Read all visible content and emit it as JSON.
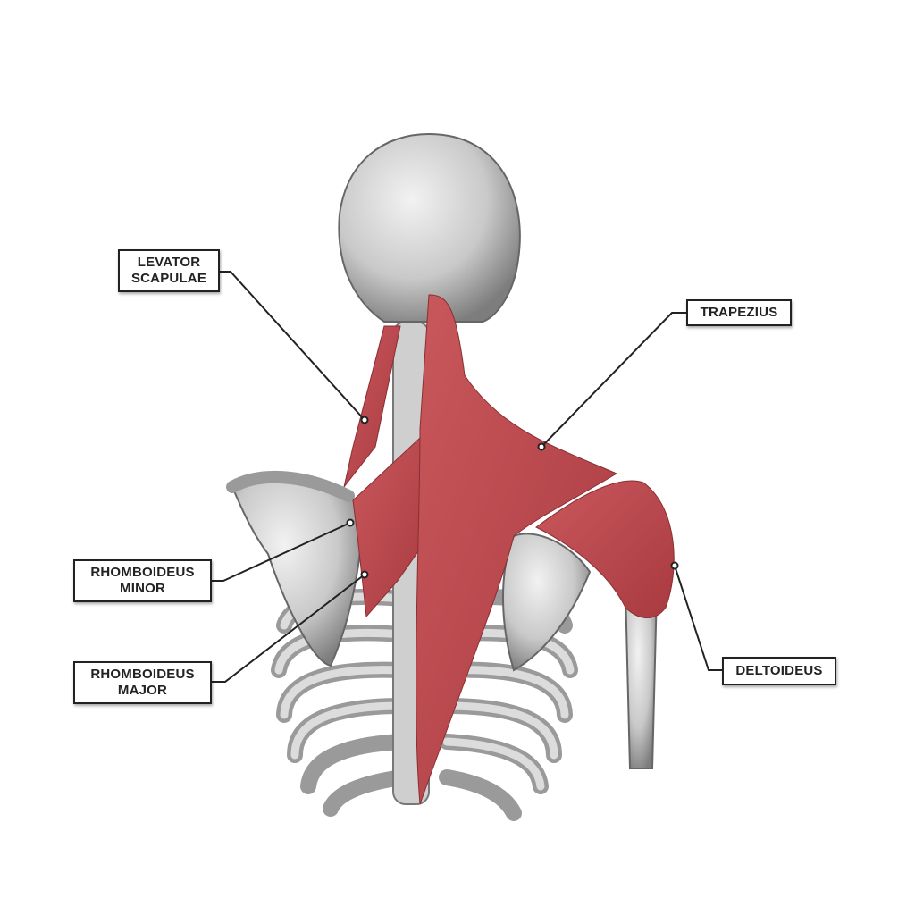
{
  "labels": {
    "levator_scapulae": [
      "LEVATOR",
      "SCAPULAE"
    ],
    "trapezius": "TRAPEZIUS",
    "rhomboideus_minor": [
      "RHOMBOIDEUS",
      "MINOR"
    ],
    "rhomboideus_major": [
      "RHOMBOIDEUS",
      "MAJOR"
    ],
    "deltoideus": "DELTOIDEUS"
  },
  "colors": {
    "muscle": "#c0464c",
    "bone": "#d4d4d4",
    "bone_shadow": "#8a8a8a",
    "leader": "#222222"
  }
}
